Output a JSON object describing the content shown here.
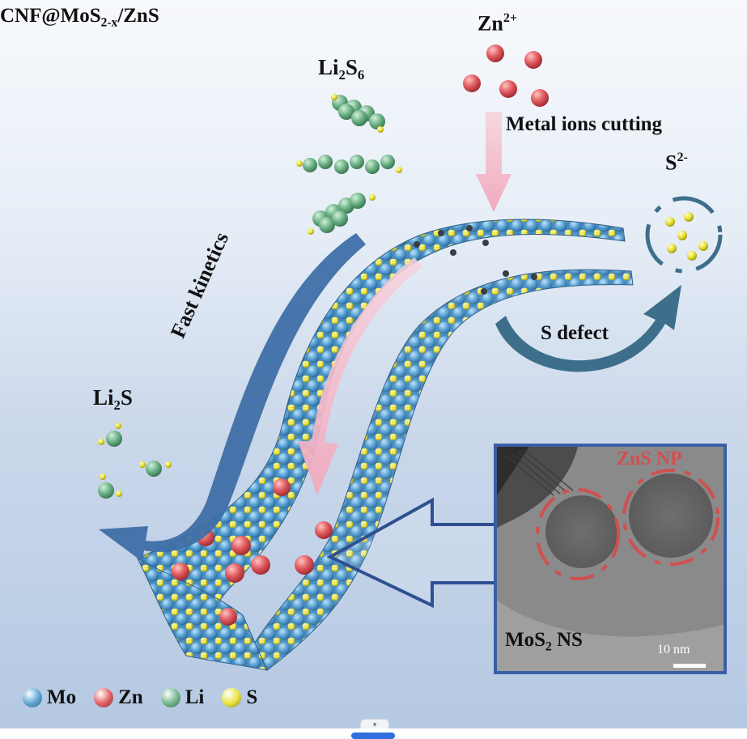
{
  "labels": {
    "title_main": "CNF@MoS",
    "title_sub": "2-x",
    "title_tail": "/ZnS",
    "li2s6_a": "Li",
    "li2s6_b": "2",
    "li2s6_c": "S",
    "li2s6_d": "6",
    "zn_base": "Zn",
    "zn_sup": "2+",
    "metal_ions": "Metal ions cutting",
    "s2_base": "S",
    "s2_sup": "2-",
    "fast_kinetics": "Fast kinetics",
    "s_defect": "S defect",
    "li2s_a": "Li",
    "li2s_b": "2",
    "li2s_c": "S",
    "zns_np": "ZnS NP",
    "mos2_a": "MoS",
    "mos2_b": "2",
    "mos2_c": " NS",
    "scale": "10 nm"
  },
  "legend": [
    {
      "label": "Mo",
      "color": "#5aa3d6"
    },
    {
      "label": "Zn",
      "color": "#e05a5e"
    },
    {
      "label": "Li",
      "color": "#6fb489"
    },
    {
      "label": "S",
      "color": "#e9e23a"
    }
  ],
  "colors": {
    "mo": "#5aa3d6",
    "zn": "#e05a5e",
    "li": "#6fb489",
    "s": "#e9e23a",
    "arrow_blue": "#3f6fa6",
    "arrow_pink": "#f3b9c8",
    "tem_border": "#3a5ea6",
    "zns_dash": "#d0504f"
  },
  "scroll_hint": "▾"
}
